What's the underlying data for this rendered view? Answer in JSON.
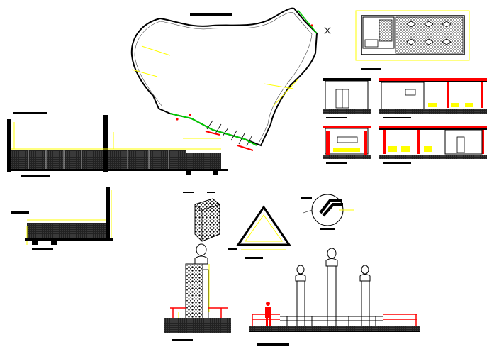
{
  "sheet": {
    "background": "#ffffff",
    "palette": {
      "line": "#000000",
      "dimension": "#ffff00",
      "highlight_red": "#ff0000",
      "accent_green": "#00cc00",
      "hatch": "#1a1a1a"
    },
    "drawings": [
      {
        "id": "site-plan",
        "icon": "site-plan-outline"
      },
      {
        "id": "kiosk-floor-plan",
        "icon": "floor-plan-grid"
      },
      {
        "id": "kiosk-elevations",
        "icon": "pergola-elevations"
      },
      {
        "id": "perimeter-wall-elevation",
        "icon": "fence-wall-elevation"
      },
      {
        "id": "wall-detail-elevation",
        "icon": "fence-wall-detail"
      },
      {
        "id": "stone-block-isometric",
        "icon": "masonry-block"
      },
      {
        "id": "triangular-planter-plan",
        "icon": "triangle-planter"
      },
      {
        "id": "corner-detail-circle",
        "icon": "detail-callout"
      },
      {
        "id": "monument-column-section",
        "icon": "bust-column"
      },
      {
        "id": "three-bust-monument-elevation",
        "icon": "bust-monument"
      }
    ]
  }
}
